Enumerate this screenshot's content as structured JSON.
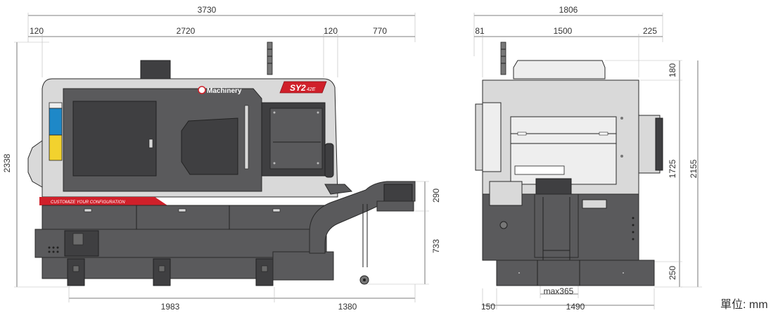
{
  "dimensions": {
    "front_overall_width": "3730",
    "front_left_margin": "120",
    "front_body_width": "2720",
    "front_right_margin": "120",
    "front_extension": "770",
    "front_height": "2338",
    "conveyor_height_upper": "290",
    "conveyor_height_lower": "733",
    "front_base_width": "1983",
    "conveyor_base_width": "1380",
    "side_overall_width": "1806",
    "side_left_margin": "81",
    "side_body_width": "1500",
    "side_right_margin": "225",
    "side_top_height": "180",
    "side_body_height": "1725",
    "side_overall_height": "2155",
    "side_base_height": "250",
    "side_max_width": "max365",
    "side_bottom_left": "150",
    "side_base_width": "1490"
  },
  "labels": {
    "brand": "Machinery",
    "model": "SY2",
    "model_suffix": "42E",
    "banner": "CUSTOMIZE YOUR CONFIGURATION"
  },
  "unit_label": "單位: mm",
  "colors": {
    "body": "#5a5a5c",
    "panel_light": "#d9d9d9",
    "accent_red": "#d0202a",
    "panel_blue": "#1e88c8",
    "panel_yellow": "#f2d22e"
  }
}
